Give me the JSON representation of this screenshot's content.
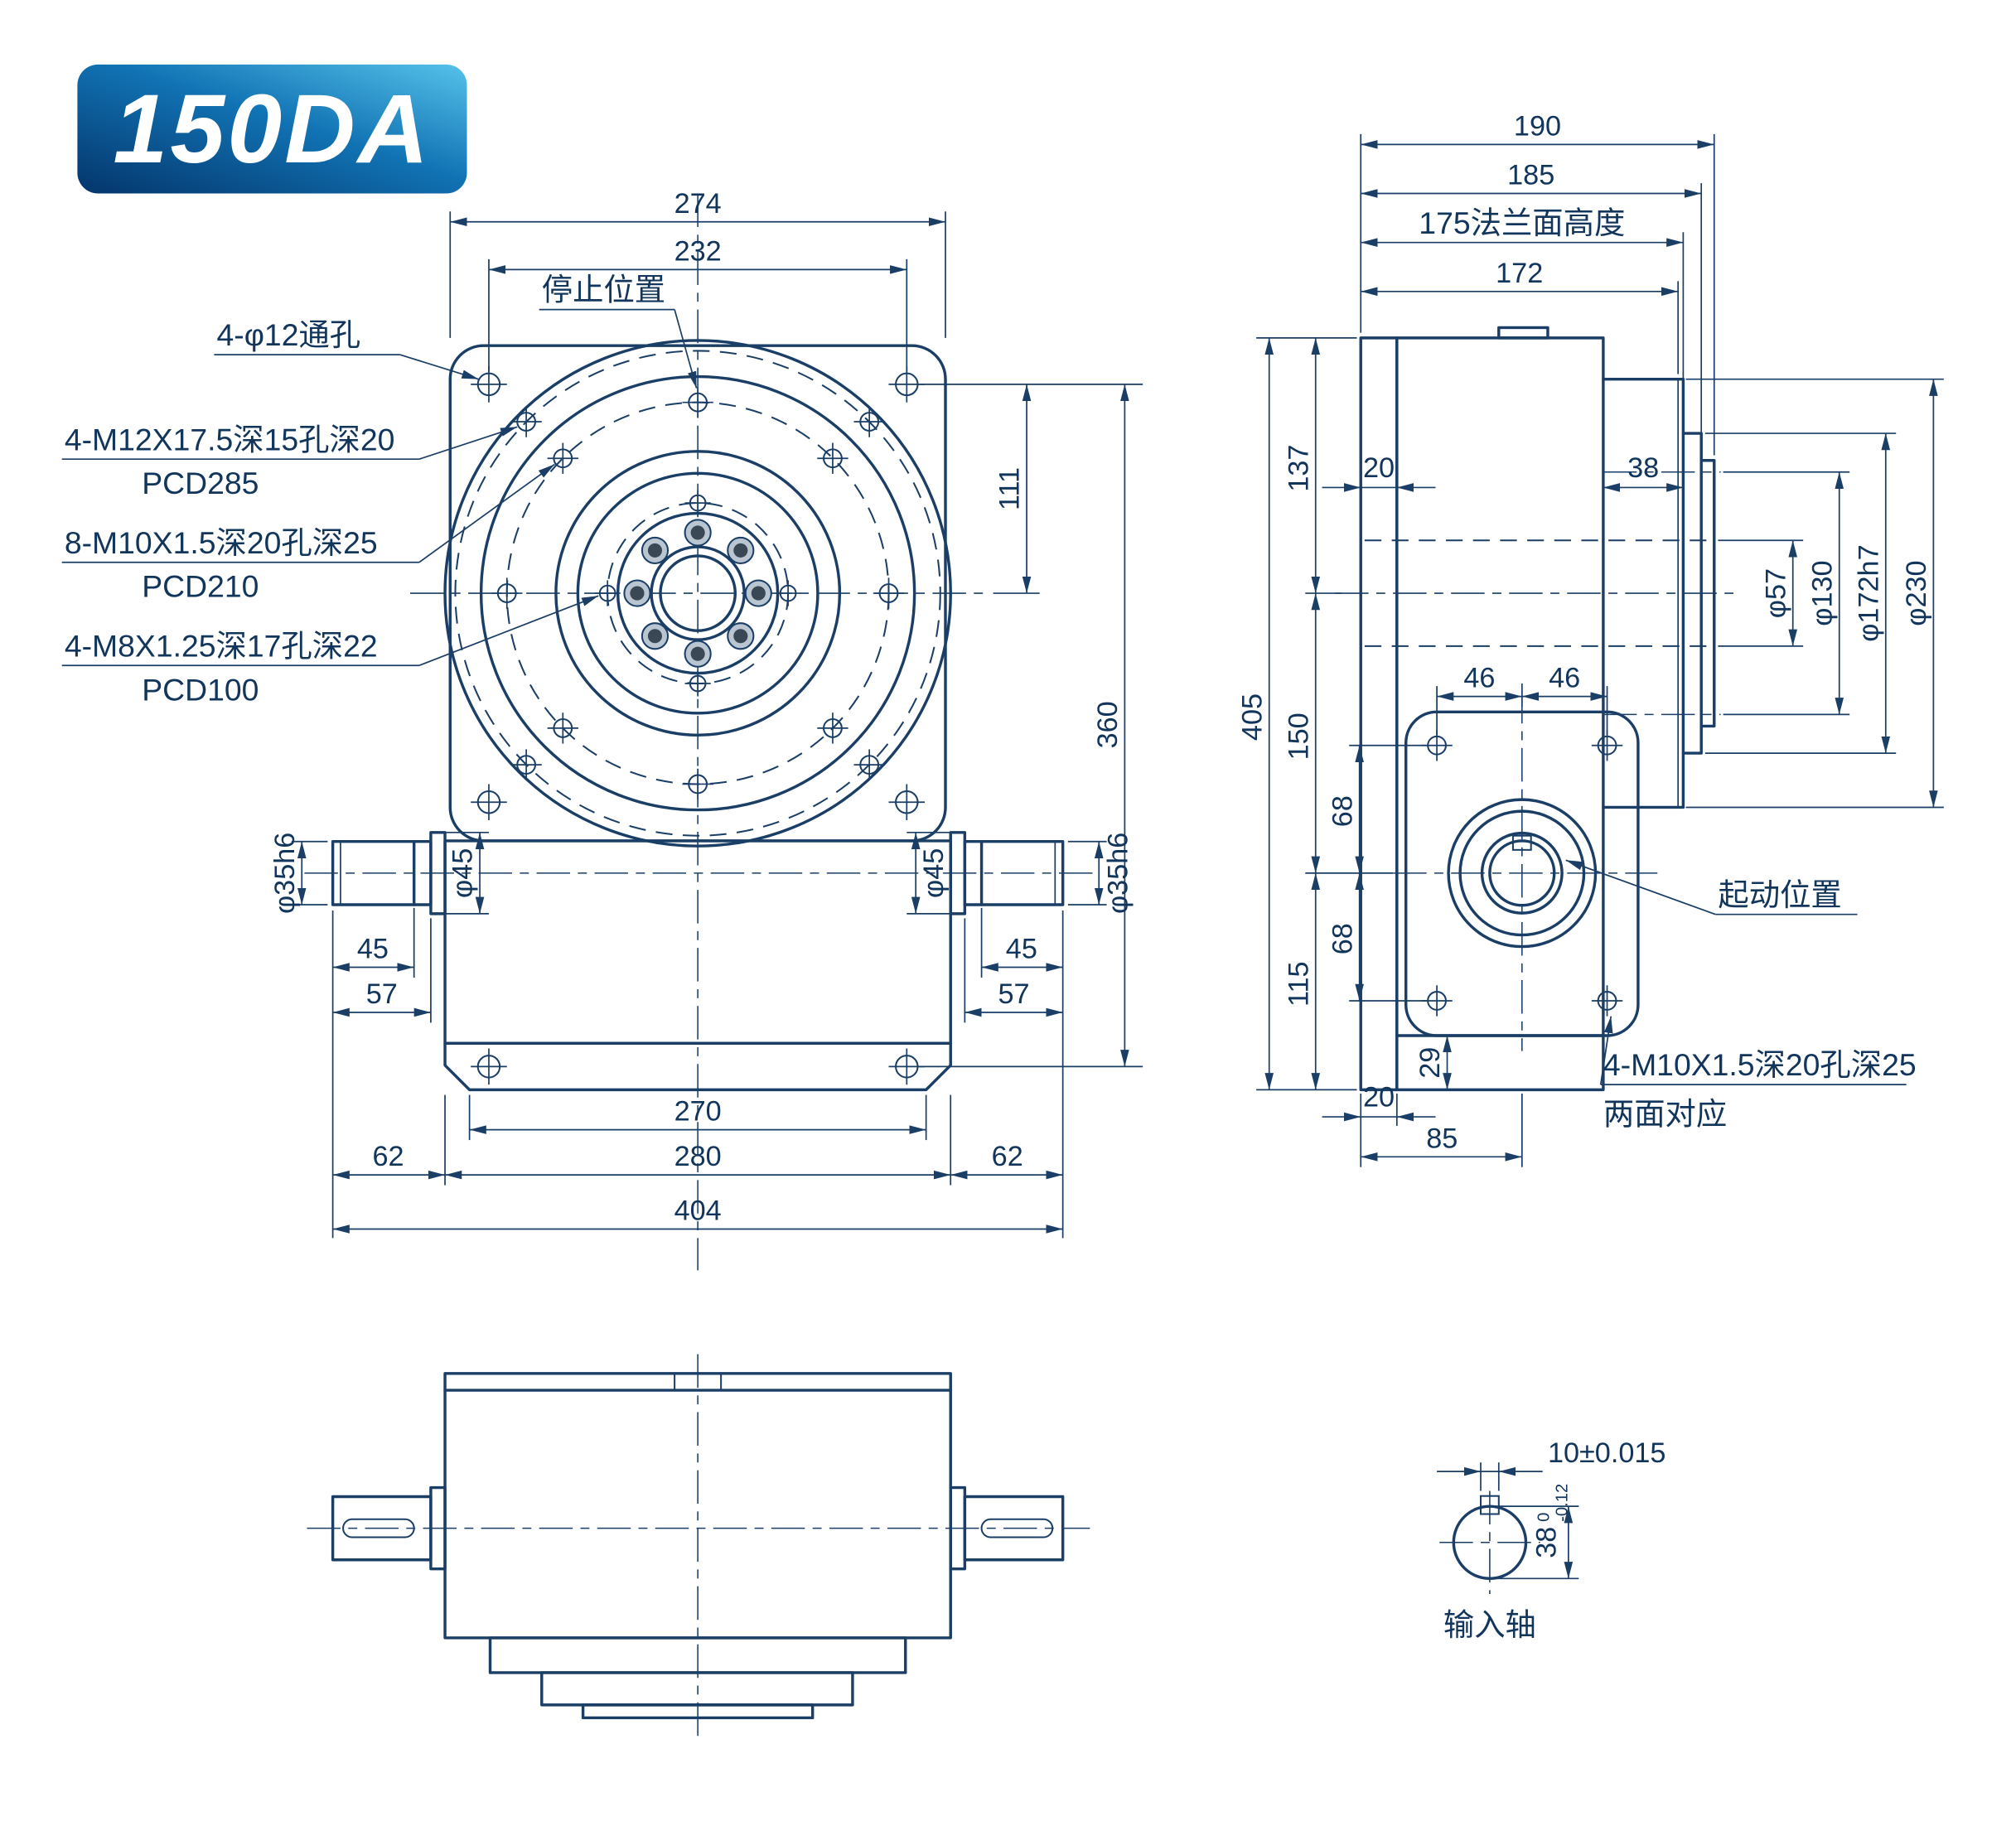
{
  "badge": {
    "model": "150DA"
  },
  "colors": {
    "line": "#1a3e66",
    "text": "#12355c",
    "body_fill": "#eef4fa",
    "badge_dark": "#04356b",
    "badge_light": "#56c2ea"
  },
  "front_view": {
    "dim_274": "274",
    "dim_232": "232",
    "label_stop": "停止位置",
    "note_through": "4-φ12通孔",
    "note_m12": "4-M12X17.5深15孔深20",
    "note_m12_pcd": "PCD285",
    "note_m10": "8-M10X1.5深20孔深25",
    "note_m10_pcd": "PCD210",
    "note_m8": "4-M8X1.25深17孔深22",
    "note_m8_pcd": "PCD100",
    "dim_111": "111",
    "dim_360": "360",
    "dim_shaft_left": "φ35h6",
    "dim_collar_left": "φ45",
    "dim_collar_right": "φ45",
    "dim_shaft_right": "φ35h6",
    "dim_45_left": "45",
    "dim_57_left": "57",
    "dim_45_right": "45",
    "dim_57_right": "57",
    "dim_270": "270",
    "dim_280": "280",
    "dim_62_left": "62",
    "dim_62_right": "62",
    "dim_404": "404"
  },
  "side_view": {
    "dim_190": "190",
    "dim_185": "185",
    "dim_175": "175法兰面高度",
    "dim_172": "172",
    "dim_137": "137",
    "dim_405": "405",
    "dim_150": "150",
    "dim_115": "115",
    "dim_20_top": "20",
    "dim_38": "38",
    "dim_46_left": "46",
    "dim_46_right": "46",
    "dim_68_top": "68",
    "dim_68_bottom": "68",
    "dim_29": "29",
    "dim_20_bottom": "20",
    "dim_85": "85",
    "dim_d57": "φ57",
    "dim_d130": "φ130",
    "dim_d172": "φ172h7",
    "dim_d230": "φ230",
    "label_start": "起动位置",
    "note_m10": "4-M10X1.5深20孔深25",
    "note_m10_2": "两面对应"
  },
  "input_shaft_detail": {
    "dim_key": "10±0.015",
    "dim_dia": "38",
    "dim_dia_tol_upper": "0",
    "dim_dia_tol_lower": "-0.12",
    "label": "输入轴"
  }
}
